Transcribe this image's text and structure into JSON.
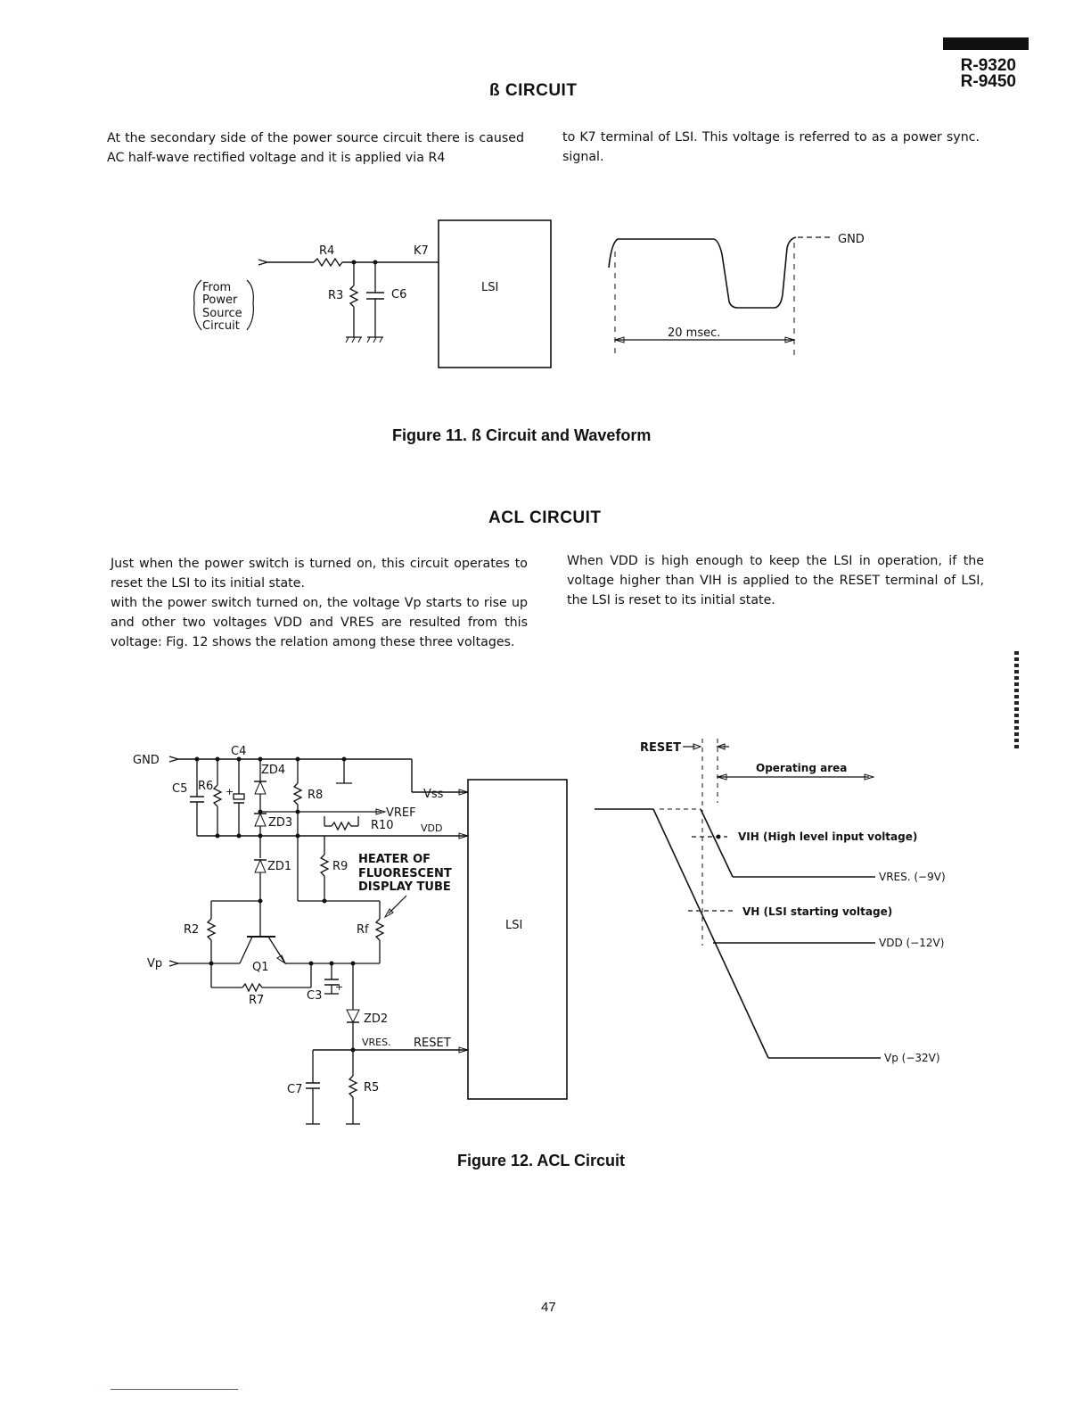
{
  "header": {
    "model_1": "R-9320",
    "model_2": "R-9450"
  },
  "section_b": {
    "title": "ß CIRCUIT",
    "para_left": "At the secondary side of the power source circuit there is caused AC half-wave rectified voltage and it is applied via R4",
    "para_right": "to K7 terminal of LSI. This voltage is referred to as a power sync. signal.",
    "figure": {
      "from_1": "From",
      "from_2": "Power",
      "from_3": "Source",
      "from_4": "Circuit",
      "r4": "R4",
      "k7": "K7",
      "r3": "R3",
      "c6": "C6",
      "lsi": "LSI",
      "gnd": "GND",
      "period": "20 msec."
    },
    "caption": "Figure 11. ß Circuit and Waveform"
  },
  "section_acl": {
    "title": "ACL CIRCUIT",
    "para_left_1": "Just when the power switch is turned on, this circuit operates to reset the LSI to its initial state.",
    "para_left_2": "with the power switch turned on, the voltage Vp starts to rise up and other two voltages VDD and VRES are resulted from this voltage: Fig. 12 shows the relation among these three voltages.",
    "para_right": "When VDD is high enough to keep the LSI in operation, if the voltage higher than VIH is applied to the RESET terminal of LSI, the LSI is reset to its initial state.",
    "figure": {
      "gnd": "GND",
      "c4": "C4",
      "zd4": "ZD4",
      "c5": "C5",
      "r6": "R6",
      "r8": "R8",
      "vss": "Vss",
      "vref": "VREF",
      "zd3": "ZD3",
      "r10": "R10",
      "vdd": "VDD",
      "zd1": "ZD1",
      "r9": "R9",
      "heater_1": "HEATER OF",
      "heater_2": "FLUORESCENT",
      "heater_3": "DISPLAY TUBE",
      "r2": "R2",
      "rf": "Rf",
      "lsi": "LSI",
      "vp": "Vp",
      "q1": "Q1",
      "r7": "R7",
      "c3": "C3",
      "zd2": "ZD2",
      "vres": "VRES.",
      "reset": "RESET",
      "c7": "C7",
      "r5": "R5",
      "reset_label": "RESET",
      "operating_area": "Operating area",
      "vih_label": "VIH (High level input voltage)",
      "vres_label": "VRES. (−9V)",
      "vh_label": "VH (LSI starting voltage)",
      "vdd_label": "VDD (−12V)",
      "vp_label": "Vp (−32V)"
    },
    "caption": "Figure 12. ACL Circuit"
  },
  "footer": {
    "page_number": "47"
  }
}
